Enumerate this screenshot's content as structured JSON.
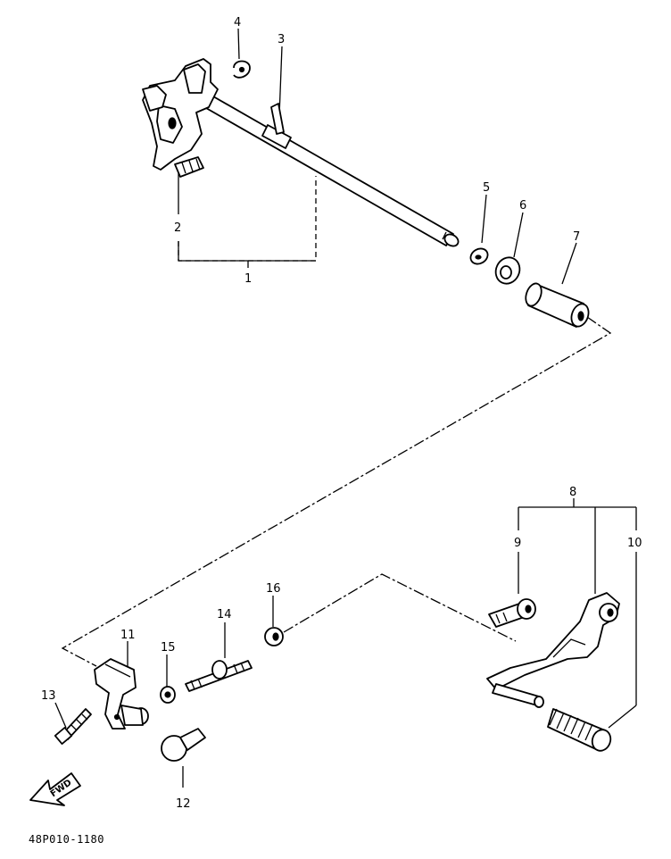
{
  "diagram": {
    "labels": {
      "p1": "1",
      "p2": "2",
      "p3": "3",
      "p4": "4",
      "p5": "5",
      "p6": "6",
      "p7": "7",
      "p8": "8",
      "p9": "9",
      "p10": "10",
      "p11": "11",
      "p12": "12",
      "p13": "13",
      "p14": "14",
      "p15": "15",
      "p16": "16"
    },
    "fwd_text": "FWD",
    "code": "48P010-1180"
  }
}
